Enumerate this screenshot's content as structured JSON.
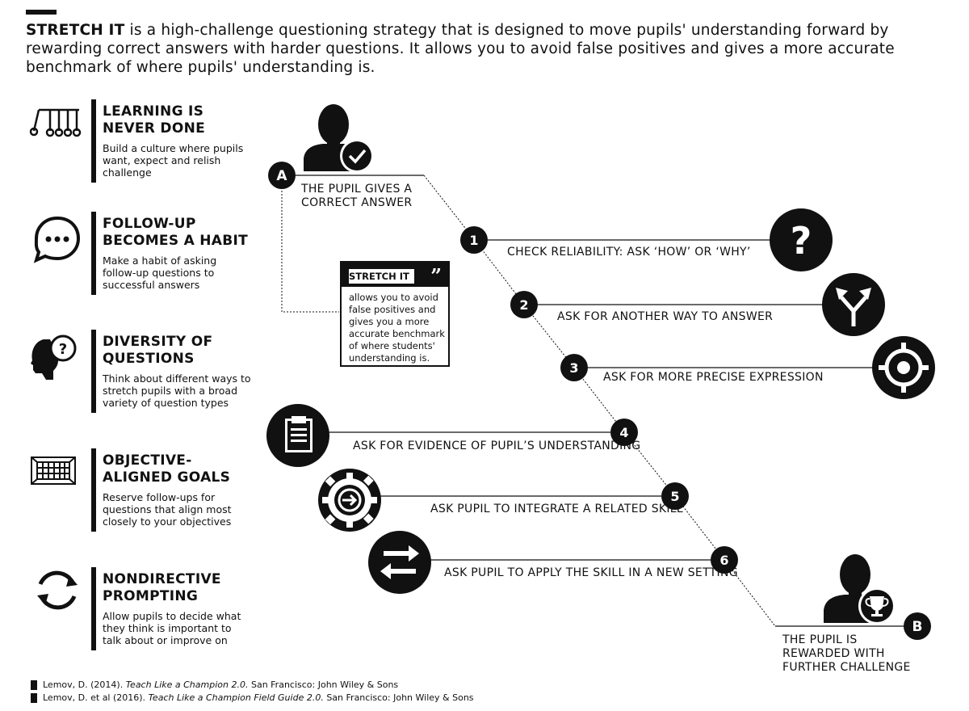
{
  "intro": {
    "lead": "STRETCH IT",
    "rest": " is a high-challenge questioning strategy that is designed to move pupils' understanding forward by rewarding correct answers with harder questions. It allows you to avoid false positives and gives a more accurate benchmark of where pupils' understanding is."
  },
  "principles": [
    {
      "icon": "newtons-cradle-icon",
      "title_lines": [
        "LEARNING IS",
        "NEVER DONE"
      ],
      "desc_lines": [
        "Build a culture where pupils",
        "want, expect and relish",
        "challenge"
      ]
    },
    {
      "icon": "speech-bubble-icon",
      "title_lines": [
        "FOLLOW-UP",
        "BECOMES A HABIT"
      ],
      "desc_lines": [
        "Make a habit of asking",
        "follow-up questions to",
        "successful answers"
      ]
    },
    {
      "icon": "head-question-icon",
      "title_lines": [
        "DIVERSITY OF",
        "QUESTIONS"
      ],
      "desc_lines": [
        "Think about different ways to",
        "stretch pupils with a broad",
        "variety of question types"
      ]
    },
    {
      "icon": "goal-net-icon",
      "title_lines": [
        "OBJECTIVE-",
        "ALIGNED GOALS"
      ],
      "desc_lines": [
        "Reserve follow-ups for",
        "questions that align most",
        "closely to your objectives"
      ]
    },
    {
      "icon": "refresh-arrows-icon",
      "title_lines": [
        "NONDIRECTIVE",
        "PROMPTING"
      ],
      "desc_lines": [
        "Allow pupils to decide what",
        "they think is important to",
        "talk about or improve on"
      ]
    }
  ],
  "start": {
    "marker": "A",
    "label_lines": [
      "THE PUPIL GIVES A",
      "CORRECT ANSWER"
    ]
  },
  "steps": [
    {
      "num": "1",
      "label": "CHECK RELIABILITY: ASK ‘HOW’ OR ‘WHY’",
      "icon": "question-mark-icon"
    },
    {
      "num": "2",
      "label": "ASK FOR ANOTHER WAY TO ANSWER",
      "icon": "fork-arrows-icon"
    },
    {
      "num": "3",
      "label": "ASK FOR MORE PRECISE EXPRESSION",
      "icon": "target-icon"
    },
    {
      "num": "4",
      "label": "ASK FOR EVIDENCE OF PUPIL’S UNDERSTANDING",
      "icon": "clipboard-icon"
    },
    {
      "num": "5",
      "label": "ASK PUPIL TO INTEGRATE A RELATED SKILL",
      "icon": "gear-arrow-icon"
    },
    {
      "num": "6",
      "label": "ASK PUPIL TO APPLY THE SKILL IN A NEW SETTING",
      "icon": "swap-arrows-icon"
    }
  ],
  "end": {
    "marker": "B",
    "label_lines": [
      "THE PUPIL IS",
      "REWARDED WITH",
      "FURTHER CHALLENGE"
    ]
  },
  "quote": {
    "title": "STRETCH IT",
    "mark": "”",
    "body": "allows you to avoid false positives and gives you a more accurate benchmark of where students' understanding is."
  },
  "references": [
    {
      "pre": "Lemov, D. (2014). ",
      "title": "Teach Like a Champion 2.0.",
      "post": " San Francisco: John Wiley & Sons"
    },
    {
      "pre": "Lemov, D. et al (2016). ",
      "title": "Teach Like a Champion Field Guide 2.0.",
      "post": " San Francisco: John Wiley & Sons"
    }
  ]
}
